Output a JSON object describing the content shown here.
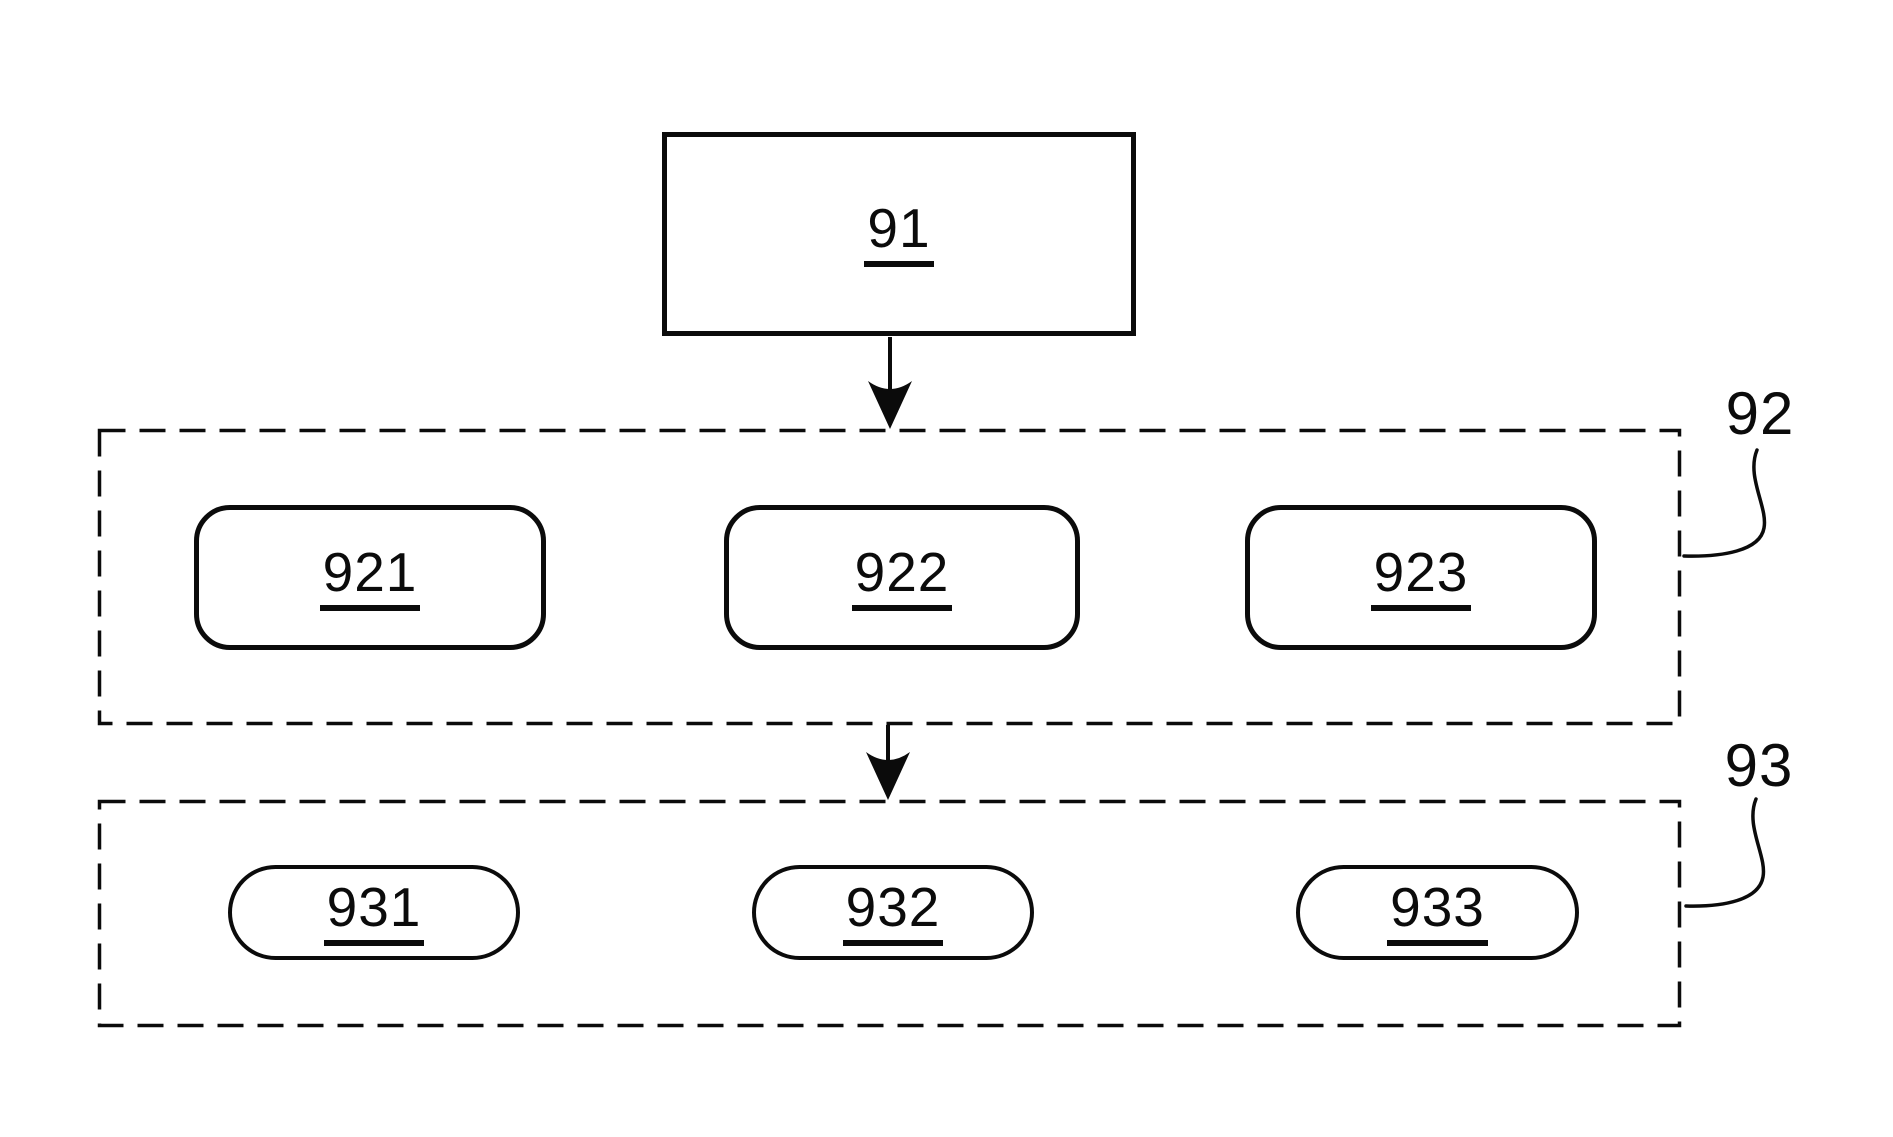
{
  "figure": {
    "root_node": {
      "id": "91",
      "label": "91",
      "shape": "rectangle"
    },
    "flow": [
      "91",
      "92",
      "93"
    ],
    "groups": [
      {
        "id": "92",
        "label": "92",
        "border_style": "dashed",
        "node_shape": "rounded-rectangle",
        "nodes": [
          {
            "id": "921",
            "label": "921"
          },
          {
            "id": "922",
            "label": "922"
          },
          {
            "id": "923",
            "label": "923"
          }
        ]
      },
      {
        "id": "93",
        "label": "93",
        "border_style": "dashed",
        "node_shape": "stadium",
        "nodes": [
          {
            "id": "931",
            "label": "931"
          },
          {
            "id": "932",
            "label": "932"
          },
          {
            "id": "933",
            "label": "933"
          }
        ]
      }
    ],
    "colors": {
      "ink": "#0b0b0b",
      "paper": "#ffffff"
    }
  }
}
